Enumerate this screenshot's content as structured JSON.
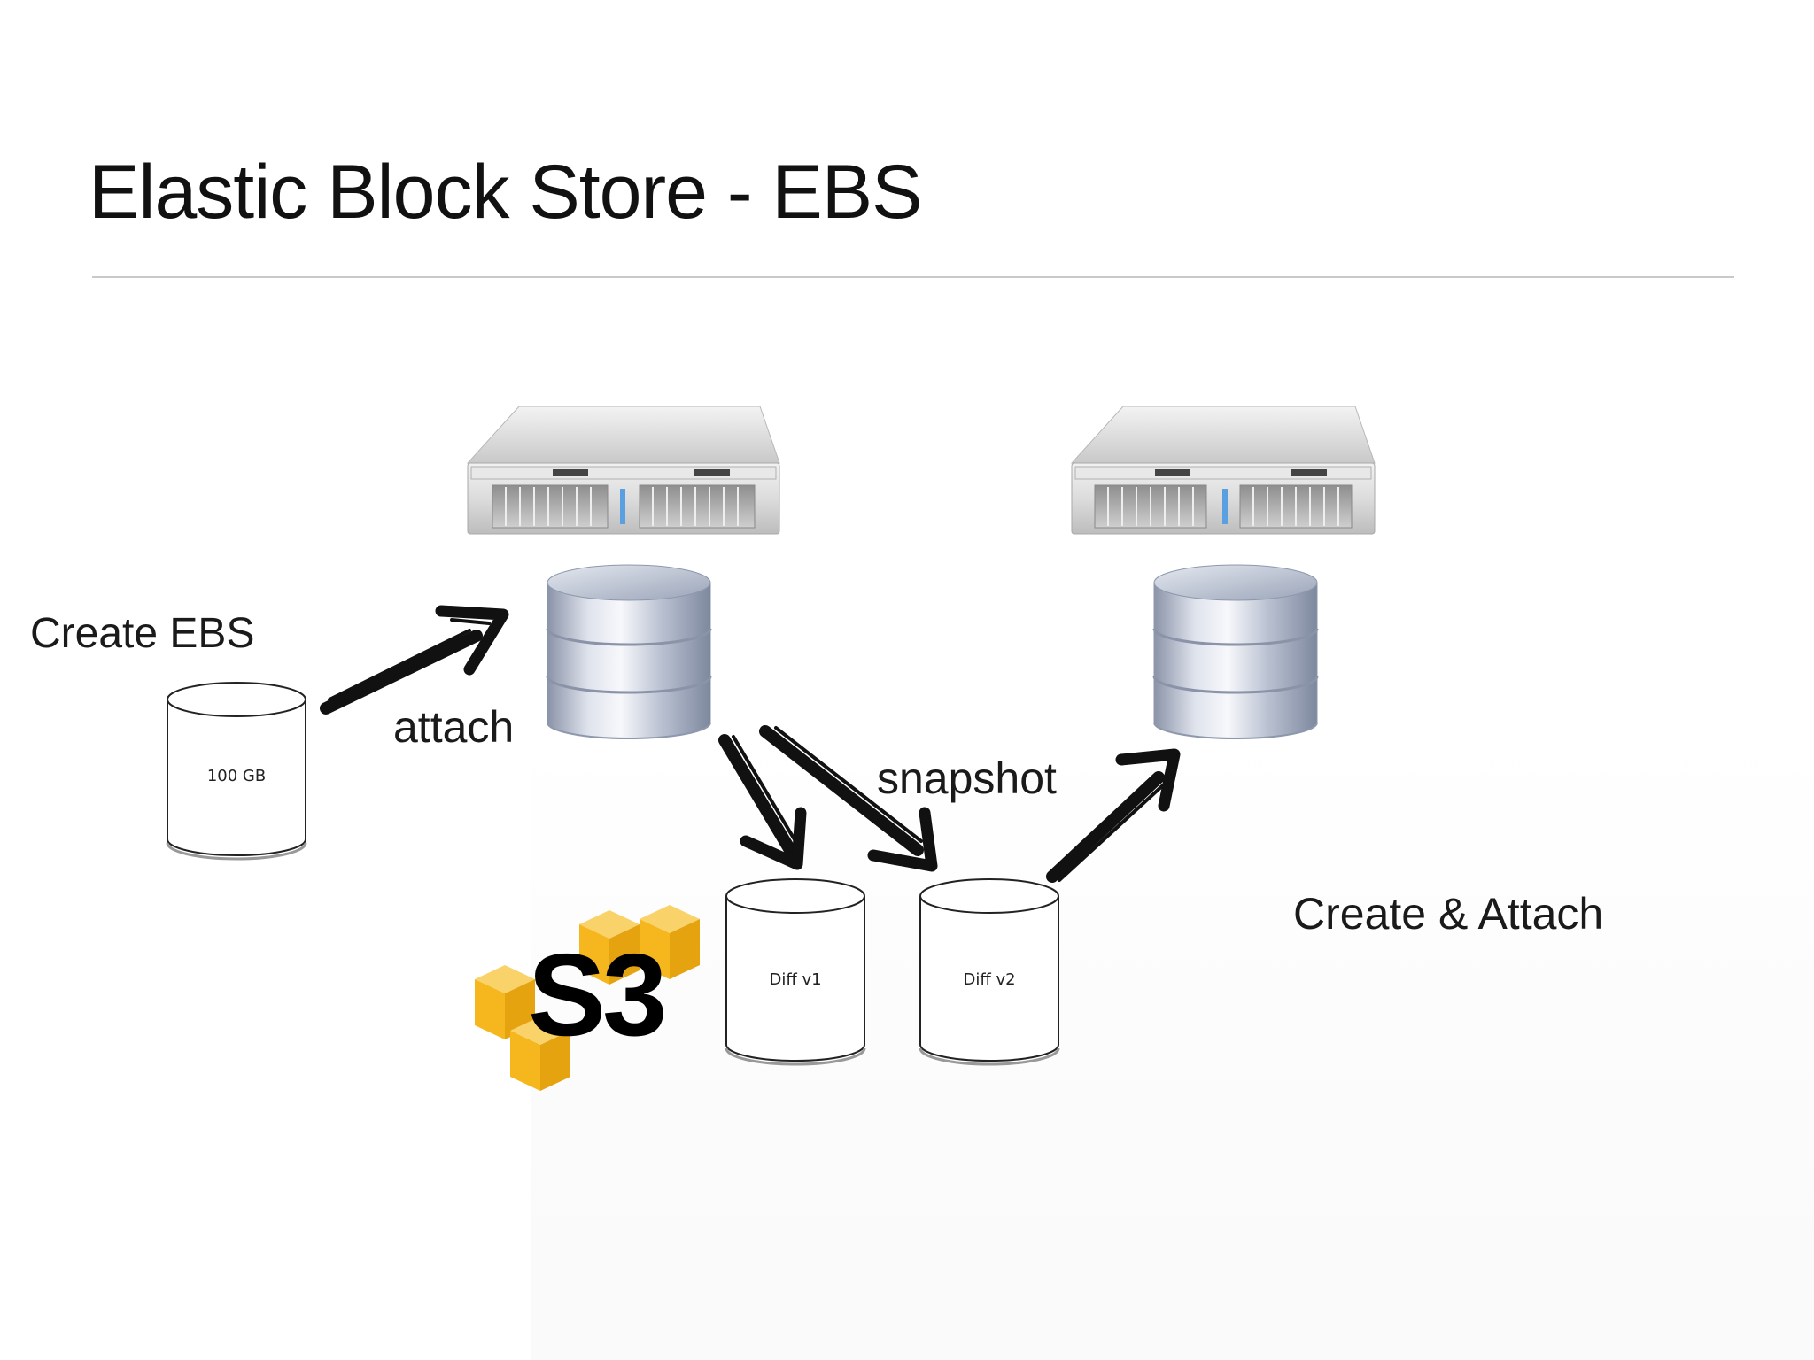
{
  "slide": {
    "title": "Elastic Block Store - EBS"
  },
  "labels": {
    "create_ebs": "Create EBS",
    "attach": "attach",
    "snapshot": "snapshot",
    "create_attach": "Create & Attach"
  },
  "volumes": {
    "new_volume": "100 GB",
    "snapshot_1": "Diff v1",
    "snapshot_2": "Diff v2"
  },
  "s3": {
    "logo_text": "S3",
    "cube_color": "#F5B71D"
  },
  "colors": {
    "arrow": "#111111",
    "rule": "#c9c9c9",
    "disk_metal": "#a9b3c6"
  }
}
